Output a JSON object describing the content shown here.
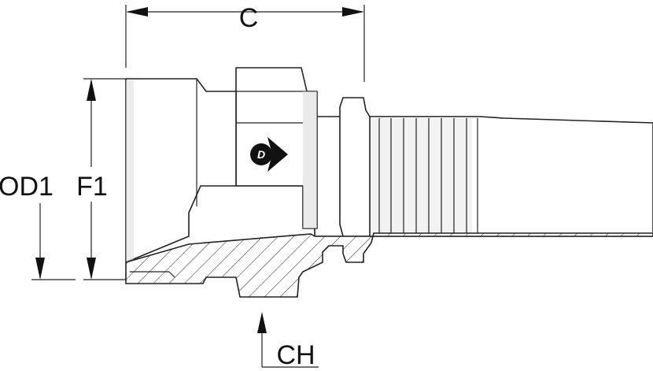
{
  "labels": {
    "c": "C",
    "od1": "OD1",
    "f1": "F1",
    "ch": "CH"
  },
  "colors": {
    "line": "#222222",
    "fill": "#ffffff",
    "shade": "#d9d9d9"
  }
}
